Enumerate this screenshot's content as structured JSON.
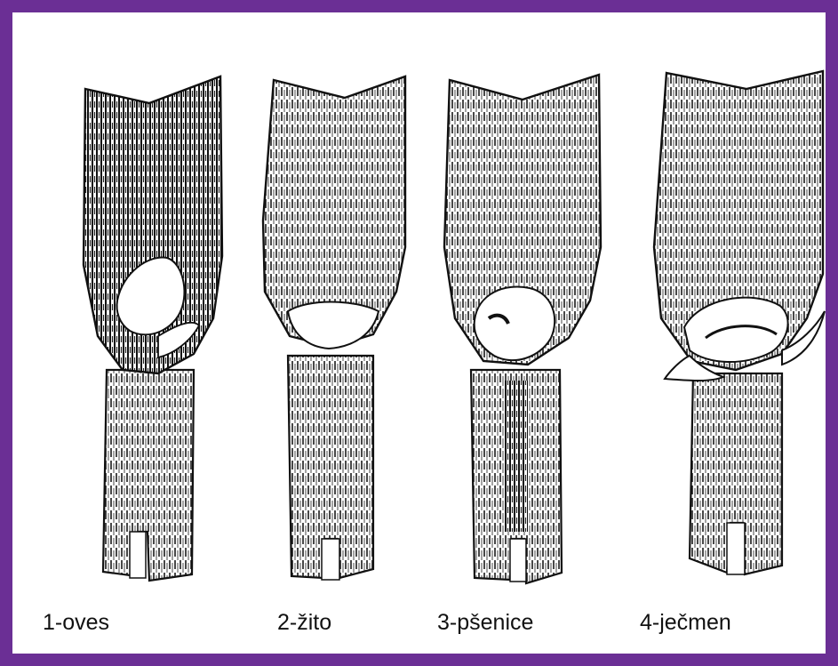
{
  "frame": {
    "border_color": "#6b2f95"
  },
  "labels": {
    "oves": "1-oves",
    "zito": "2-žito",
    "psenice": "3-pšenice",
    "jecmen": "4-ječmen"
  }
}
